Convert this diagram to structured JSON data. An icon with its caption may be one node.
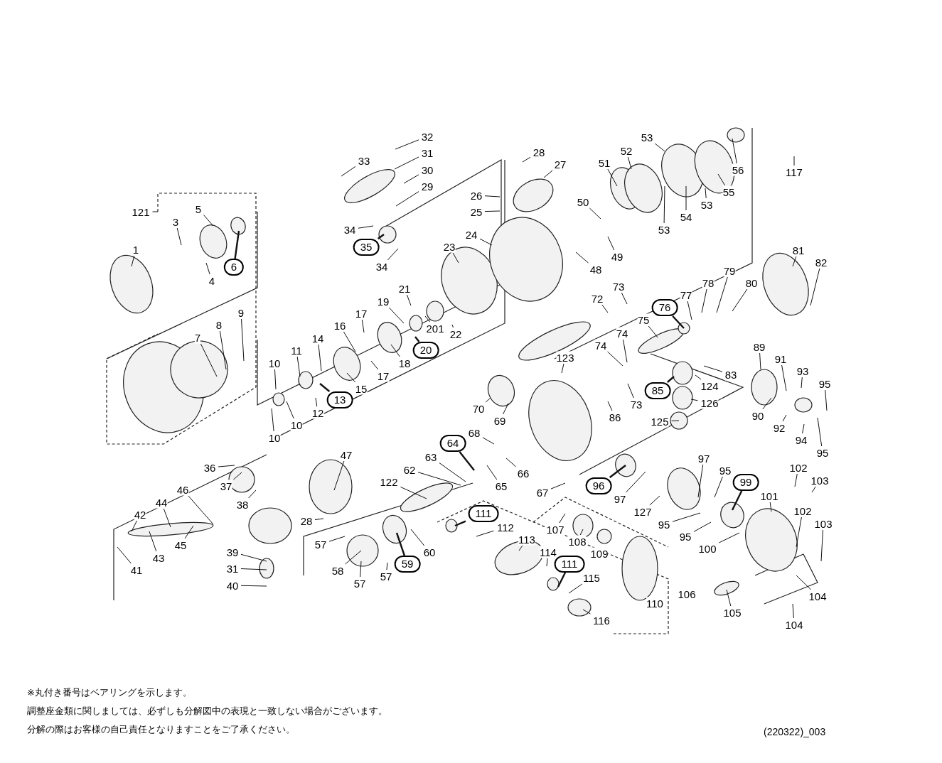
{
  "diagram": {
    "nodes": [
      {
        "text": [
          "1"
        ]
      },
      {
        "text": [
          "3"
        ]
      },
      {
        "text": [
          "5"
        ]
      },
      {
        "text": [
          "6"
        ]
      },
      {
        "text": [
          "4"
        ]
      },
      {
        "text": [
          "121"
        ]
      },
      {
        "text": [
          "7"
        ]
      },
      {
        "text": [
          "8"
        ]
      },
      {
        "text": [
          "9"
        ]
      },
      {
        "text": [
          "10"
        ]
      },
      {
        "text": [
          "10"
        ]
      },
      {
        "text": [
          "10"
        ]
      },
      {
        "text": [
          "11"
        ]
      },
      {
        "text": [
          "14"
        ]
      },
      {
        "text": [
          "12"
        ]
      },
      {
        "text": [
          "13"
        ]
      },
      {
        "text": [
          "16"
        ]
      },
      {
        "text": [
          "15"
        ]
      },
      {
        "text": [
          "17"
        ]
      },
      {
        "text": [
          "17"
        ]
      },
      {
        "text": [
          "18"
        ]
      },
      {
        "text": [
          "19"
        ]
      },
      {
        "text": [
          "21"
        ]
      },
      {
        "text": [
          "20"
        ]
      },
      {
        "text": [
          "201"
        ]
      },
      {
        "text": [
          "22"
        ]
      },
      {
        "text": [
          "23"
        ]
      },
      {
        "text": [
          "24"
        ]
      },
      {
        "text": [
          "33"
        ]
      },
      {
        "text": [
          "32"
        ]
      },
      {
        "text": [
          "31"
        ]
      },
      {
        "text": [
          "30"
        ]
      },
      {
        "text": [
          "29"
        ]
      },
      {
        "text": [
          "34"
        ]
      },
      {
        "text": [
          "35"
        ]
      },
      {
        "text": [
          "34"
        ]
      },
      {
        "text": [
          "26"
        ]
      },
      {
        "text": [
          "25"
        ]
      },
      {
        "text": [
          "28"
        ]
      },
      {
        "text": [
          "27"
        ]
      },
      {
        "text": [
          "53"
        ]
      },
      {
        "text": [
          "52"
        ]
      },
      {
        "text": [
          "51"
        ]
      },
      {
        "text": [
          "50"
        ]
      },
      {
        "text": [
          "49"
        ]
      },
      {
        "text": [
          "48"
        ]
      },
      {
        "text": [
          "56"
        ]
      },
      {
        "text": [
          "55"
        ]
      },
      {
        "text": [
          "53"
        ]
      },
      {
        "text": [
          "54"
        ]
      },
      {
        "text": [
          "53"
        ]
      },
      {
        "text": [
          "117"
        ]
      },
      {
        "text": [
          "81"
        ]
      },
      {
        "text": [
          "82"
        ]
      },
      {
        "text": [
          "72"
        ]
      },
      {
        "text": [
          "73"
        ]
      },
      {
        "text": [
          "76"
        ]
      },
      {
        "text": [
          "77"
        ]
      },
      {
        "text": [
          "78"
        ]
      },
      {
        "text": [
          "79"
        ]
      },
      {
        "text": [
          "80"
        ]
      },
      {
        "text": [
          "75"
        ]
      },
      {
        "text": [
          "74"
        ]
      },
      {
        "text": [
          "74"
        ]
      },
      {
        "text": [
          "123"
        ]
      },
      {
        "text": [
          "89"
        ]
      },
      {
        "text": [
          "91"
        ]
      },
      {
        "text": [
          "93"
        ]
      },
      {
        "text": [
          "95"
        ]
      },
      {
        "text": [
          "83"
        ]
      },
      {
        "text": [
          "124"
        ]
      },
      {
        "text": [
          "85"
        ]
      },
      {
        "text": [
          "126"
        ]
      },
      {
        "text": [
          "73"
        ]
      },
      {
        "text": [
          "86"
        ]
      },
      {
        "text": [
          "90"
        ]
      },
      {
        "text": [
          "92"
        ]
      },
      {
        "text": [
          "94"
        ]
      },
      {
        "text": [
          "95"
        ]
      },
      {
        "text": [
          "125"
        ]
      },
      {
        "text": [
          "70"
        ]
      },
      {
        "text": [
          "69"
        ]
      },
      {
        "text": [
          "68"
        ]
      },
      {
        "text": [
          "64"
        ]
      },
      {
        "text": [
          "63"
        ]
      },
      {
        "text": [
          "62"
        ]
      },
      {
        "text": [
          "65"
        ]
      },
      {
        "text": [
          "66"
        ]
      },
      {
        "text": [
          "67"
        ]
      },
      {
        "text": [
          "96"
        ]
      },
      {
        "text": [
          "97"
        ]
      },
      {
        "text": [
          "97"
        ]
      },
      {
        "text": [
          "95"
        ]
      },
      {
        "text": [
          "99"
        ]
      },
      {
        "text": [
          "127"
        ]
      },
      {
        "text": [
          "101"
        ]
      },
      {
        "text": [
          "102"
        ]
      },
      {
        "text": [
          "103"
        ]
      },
      {
        "text": [
          "102"
        ]
      },
      {
        "text": [
          "103"
        ]
      },
      {
        "text": [
          "95"
        ]
      },
      {
        "text": [
          "95"
        ]
      },
      {
        "text": [
          "100"
        ]
      },
      {
        "text": [
          "104"
        ]
      },
      {
        "text": [
          "104"
        ]
      },
      {
        "text": [
          "105"
        ]
      },
      {
        "text": [
          "36"
        ]
      },
      {
        "text": [
          "37"
        ]
      },
      {
        "text": [
          "38"
        ]
      },
      {
        "text": [
          "46"
        ]
      },
      {
        "text": [
          "44"
        ]
      },
      {
        "text": [
          "42"
        ]
      },
      {
        "text": [
          "43"
        ]
      },
      {
        "text": [
          "45"
        ]
      },
      {
        "text": [
          "41"
        ]
      },
      {
        "text": [
          "39"
        ]
      },
      {
        "text": [
          "31"
        ]
      },
      {
        "text": [
          "40"
        ]
      },
      {
        "text": [
          "47"
        ]
      },
      {
        "text": [
          "28"
        ]
      },
      {
        "text": [
          "122"
        ]
      },
      {
        "text": [
          "57"
        ]
      },
      {
        "text": [
          "58"
        ]
      },
      {
        "text": [
          "57"
        ]
      },
      {
        "text": [
          "57"
        ]
      },
      {
        "text": [
          "59"
        ]
      },
      {
        "text": [
          "60"
        ]
      },
      {
        "text": [
          "111"
        ]
      },
      {
        "text": [
          "112"
        ]
      },
      {
        "text": [
          "113"
        ]
      },
      {
        "text": [
          "114"
        ]
      },
      {
        "text": [
          "111"
        ]
      },
      {
        "text": [
          "115"
        ]
      },
      {
        "text": [
          "116"
        ]
      },
      {
        "text": [
          "107"
        ]
      },
      {
        "text": [
          "108"
        ]
      },
      {
        "text": [
          "109"
        ]
      },
      {
        "text": [
          "110"
        ]
      },
      {
        "text": [
          "106"
        ]
      }
    ],
    "edges": [
      {
        "from": 0,
        "to": null,
        "arrow": "none"
      },
      {
        "from": 1,
        "to": null,
        "arrow": "none"
      },
      {
        "from": 2,
        "to": null,
        "arrow": "none"
      },
      {
        "from": 3,
        "to": null,
        "arrow": "none"
      },
      {
        "from": 4,
        "to": null,
        "arrow": "none"
      },
      {
        "from": 5,
        "to": null,
        "arrow": "none"
      },
      {
        "from": 6,
        "to": null,
        "arrow": "none"
      },
      {
        "from": 7,
        "to": null,
        "arrow": "none"
      },
      {
        "from": 8,
        "to": null,
        "arrow": "none"
      },
      {
        "from": 9,
        "to": null,
        "arrow": "none"
      },
      {
        "from": 10,
        "to": null,
        "arrow": "none"
      },
      {
        "from": 11,
        "to": null,
        "arrow": "none"
      },
      {
        "from": 12,
        "to": null,
        "arrow": "none"
      },
      {
        "from": 13,
        "to": null,
        "arrow": "none"
      },
      {
        "from": 14,
        "to": null,
        "arrow": "none"
      },
      {
        "from": 15,
        "to": null,
        "arrow": "none"
      },
      {
        "from": 16,
        "to": null,
        "arrow": "none"
      },
      {
        "from": 17,
        "to": null,
        "arrow": "none"
      },
      {
        "from": 18,
        "to": null,
        "arrow": "none"
      },
      {
        "from": 19,
        "to": null,
        "arrow": "none"
      },
      {
        "from": 20,
        "to": null,
        "arrow": "none"
      },
      {
        "from": 21,
        "to": null,
        "arrow": "none"
      },
      {
        "from": 22,
        "to": null,
        "arrow": "none"
      },
      {
        "from": 23,
        "to": null,
        "arrow": "none"
      },
      {
        "from": 24,
        "to": null,
        "arrow": "none"
      },
      {
        "from": 25,
        "to": null,
        "arrow": "none"
      },
      {
        "from": 26,
        "to": null,
        "arrow": "none"
      },
      {
        "from": 27,
        "to": null,
        "arrow": "none"
      },
      {
        "from": 28,
        "to": null,
        "arrow": "none"
      },
      {
        "from": 29,
        "to": null,
        "arrow": "none"
      },
      {
        "from": 30,
        "to": null,
        "arrow": "none"
      },
      {
        "from": 31,
        "to": null,
        "arrow": "none"
      },
      {
        "from": 32,
        "to": null,
        "arrow": "none"
      },
      {
        "from": 33,
        "to": null,
        "arrow": "none"
      },
      {
        "from": 34,
        "to": null,
        "arrow": "none"
      },
      {
        "from": 35,
        "to": null,
        "arrow": "none"
      },
      {
        "from": 36,
        "to": null,
        "arrow": "none"
      },
      {
        "from": 37,
        "to": null,
        "arrow": "none"
      },
      {
        "from": 38,
        "to": null,
        "arrow": "none"
      },
      {
        "from": 39,
        "to": null,
        "arrow": "none"
      },
      {
        "from": 40,
        "to": null,
        "arrow": "none"
      },
      {
        "from": 41,
        "to": null,
        "arrow": "none"
      },
      {
        "from": 42,
        "to": null,
        "arrow": "none"
      },
      {
        "from": 43,
        "to": null,
        "arrow": "none"
      },
      {
        "from": 44,
        "to": null,
        "arrow": "none"
      },
      {
        "from": 45,
        "to": null,
        "arrow": "none"
      },
      {
        "from": 46,
        "to": null,
        "arrow": "none"
      },
      {
        "from": 47,
        "to": null,
        "arrow": "none"
      },
      {
        "from": 48,
        "to": null,
        "arrow": "none"
      },
      {
        "from": 49,
        "to": null,
        "arrow": "none"
      },
      {
        "from": 50,
        "to": null,
        "arrow": "none"
      },
      {
        "from": 51,
        "to": null,
        "arrow": "none"
      },
      {
        "from": 52,
        "to": null,
        "arrow": "none"
      },
      {
        "from": 53,
        "to": null,
        "arrow": "none"
      },
      {
        "from": 54,
        "to": null,
        "arrow": "none"
      },
      {
        "from": 55,
        "to": null,
        "arrow": "none"
      },
      {
        "from": 56,
        "to": null,
        "arrow": "none"
      },
      {
        "from": 57,
        "to": null,
        "arrow": "none"
      },
      {
        "from": 58,
        "to": null,
        "arrow": "none"
      },
      {
        "from": 59,
        "to": null,
        "arrow": "none"
      },
      {
        "from": 60,
        "to": null,
        "arrow": "none"
      },
      {
        "from": 61,
        "to": null,
        "arrow": "none"
      },
      {
        "from": 62,
        "to": null,
        "arrow": "none"
      },
      {
        "from": 63,
        "to": null,
        "arrow": "none"
      },
      {
        "from": 64,
        "to": null,
        "arrow": "none"
      },
      {
        "from": 65,
        "to": null,
        "arrow": "none"
      },
      {
        "from": 66,
        "to": null,
        "arrow": "none"
      },
      {
        "from": 67,
        "to": null,
        "arrow": "none"
      },
      {
        "from": 68,
        "to": null,
        "arrow": "none"
      },
      {
        "from": 69,
        "to": null,
        "arrow": "none"
      },
      {
        "from": 70,
        "to": null,
        "arrow": "none"
      },
      {
        "from": 71,
        "to": null,
        "arrow": "none"
      },
      {
        "from": 72,
        "to": null,
        "arrow": "none"
      },
      {
        "from": 73,
        "to": null,
        "arrow": "none"
      },
      {
        "from": 74,
        "to": null,
        "arrow": "none"
      },
      {
        "from": 75,
        "to": null,
        "arrow": "none"
      },
      {
        "from": 76,
        "to": null,
        "arrow": "none"
      },
      {
        "from": 77,
        "to": null,
        "arrow": "none"
      },
      {
        "from": 78,
        "to": null,
        "arrow": "none"
      },
      {
        "from": 79,
        "to": null,
        "arrow": "none"
      },
      {
        "from": 80,
        "to": null,
        "arrow": "none"
      },
      {
        "from": 81,
        "to": null,
        "arrow": "none"
      },
      {
        "from": 82,
        "to": null,
        "arrow": "none"
      },
      {
        "from": 83,
        "to": null,
        "arrow": "none"
      },
      {
        "from": 84,
        "to": null,
        "arrow": "none"
      },
      {
        "from": 85,
        "to": null,
        "arrow": "none"
      },
      {
        "from": 86,
        "to": null,
        "arrow": "none"
      },
      {
        "from": 87,
        "to": null,
        "arrow": "none"
      },
      {
        "from": 88,
        "to": null,
        "arrow": "none"
      },
      {
        "from": 89,
        "to": null,
        "arrow": "none"
      },
      {
        "from": 90,
        "to": null,
        "arrow": "none"
      },
      {
        "from": 91,
        "to": null,
        "arrow": "none"
      },
      {
        "from": 92,
        "to": null,
        "arrow": "none"
      },
      {
        "from": 93,
        "to": null,
        "arrow": "none"
      },
      {
        "from": 94,
        "to": null,
        "arrow": "none"
      },
      {
        "from": 95,
        "to": null,
        "arrow": "none"
      },
      {
        "from": 96,
        "to": null,
        "arrow": "none"
      },
      {
        "from": 97,
        "to": null,
        "arrow": "none"
      },
      {
        "from": 98,
        "to": null,
        "arrow": "none"
      },
      {
        "from": 99,
        "to": null,
        "arrow": "none"
      },
      {
        "from": 100,
        "to": null,
        "arrow": "none"
      },
      {
        "from": 101,
        "to": null,
        "arrow": "none"
      },
      {
        "from": 102,
        "to": null,
        "arrow": "none"
      },
      {
        "from": 103,
        "to": null,
        "arrow": "none"
      },
      {
        "from": 104,
        "to": null,
        "arrow": "none"
      },
      {
        "from": 105,
        "to": null,
        "arrow": "none"
      },
      {
        "from": 106,
        "to": null,
        "arrow": "none"
      },
      {
        "from": 107,
        "to": null,
        "arrow": "none"
      },
      {
        "from": 108,
        "to": null,
        "arrow": "none"
      },
      {
        "from": 109,
        "to": null,
        "arrow": "none"
      },
      {
        "from": 110,
        "to": null,
        "arrow": "none"
      },
      {
        "from": 111,
        "to": null,
        "arrow": "none"
      },
      {
        "from": 112,
        "to": null,
        "arrow": "none"
      },
      {
        "from": 113,
        "to": null,
        "arrow": "none"
      },
      {
        "from": 114,
        "to": null,
        "arrow": "none"
      },
      {
        "from": 115,
        "to": null,
        "arrow": "none"
      },
      {
        "from": 116,
        "to": null,
        "arrow": "none"
      },
      {
        "from": 117,
        "to": null,
        "arrow": "none"
      },
      {
        "from": 118,
        "to": null,
        "arrow": "none"
      },
      {
        "from": 119,
        "to": null,
        "arrow": "none"
      },
      {
        "from": 120,
        "to": null,
        "arrow": "none"
      },
      {
        "from": 121,
        "to": null,
        "arrow": "none"
      },
      {
        "from": 122,
        "to": null,
        "arrow": "none"
      },
      {
        "from": 123,
        "to": null,
        "arrow": "none"
      },
      {
        "from": 124,
        "to": null,
        "arrow": "none"
      },
      {
        "from": 125,
        "to": null,
        "arrow": "none"
      },
      {
        "from": 126,
        "to": null,
        "arrow": "none"
      },
      {
        "from": 127,
        "to": null,
        "arrow": "none"
      },
      {
        "from": 128,
        "to": null,
        "arrow": "none"
      },
      {
        "from": 129,
        "to": null,
        "arrow": "none"
      },
      {
        "from": 130,
        "to": null,
        "arrow": "none"
      },
      {
        "from": 131,
        "to": null,
        "arrow": "none"
      },
      {
        "from": 132,
        "to": null,
        "arrow": "none"
      },
      {
        "from": 133,
        "to": null,
        "arrow": "none"
      },
      {
        "from": 134,
        "to": null,
        "arrow": "none"
      },
      {
        "from": 135,
        "to": null,
        "arrow": "none"
      }
    ],
    "labels": [
      "※丸付き番号はベアリングを示します。",
      "調整座金類に関しましては、必ずしも分解図中の表現と一致しない場合がございます。",
      "分解の際はお客様の自己責任となりますことをご了承ください。",
      "(220322)_003"
    ]
  }
}
